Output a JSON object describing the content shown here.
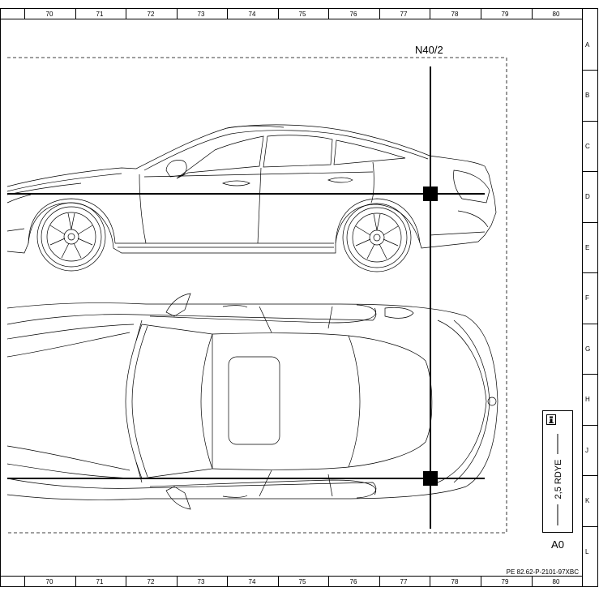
{
  "drawing": {
    "component_label": "N40/2",
    "reference_code": "PE 82.62-P-2101-97XBC",
    "wire": {
      "label": "2,5 RDYE",
      "color_code": "RDYE",
      "cross_section": "2,5"
    },
    "legend": {
      "info_icon": "info-icon",
      "connector_code": "A0"
    },
    "grid": {
      "columns": [
        "70",
        "71",
        "72",
        "73",
        "74",
        "75",
        "76",
        "77",
        "78",
        "79",
        "80"
      ],
      "rows": [
        "A",
        "B",
        "C",
        "D",
        "E",
        "F",
        "G",
        "H",
        "J",
        "K",
        "L"
      ]
    },
    "colors": {
      "line": "#000000",
      "background": "#ffffff"
    }
  }
}
